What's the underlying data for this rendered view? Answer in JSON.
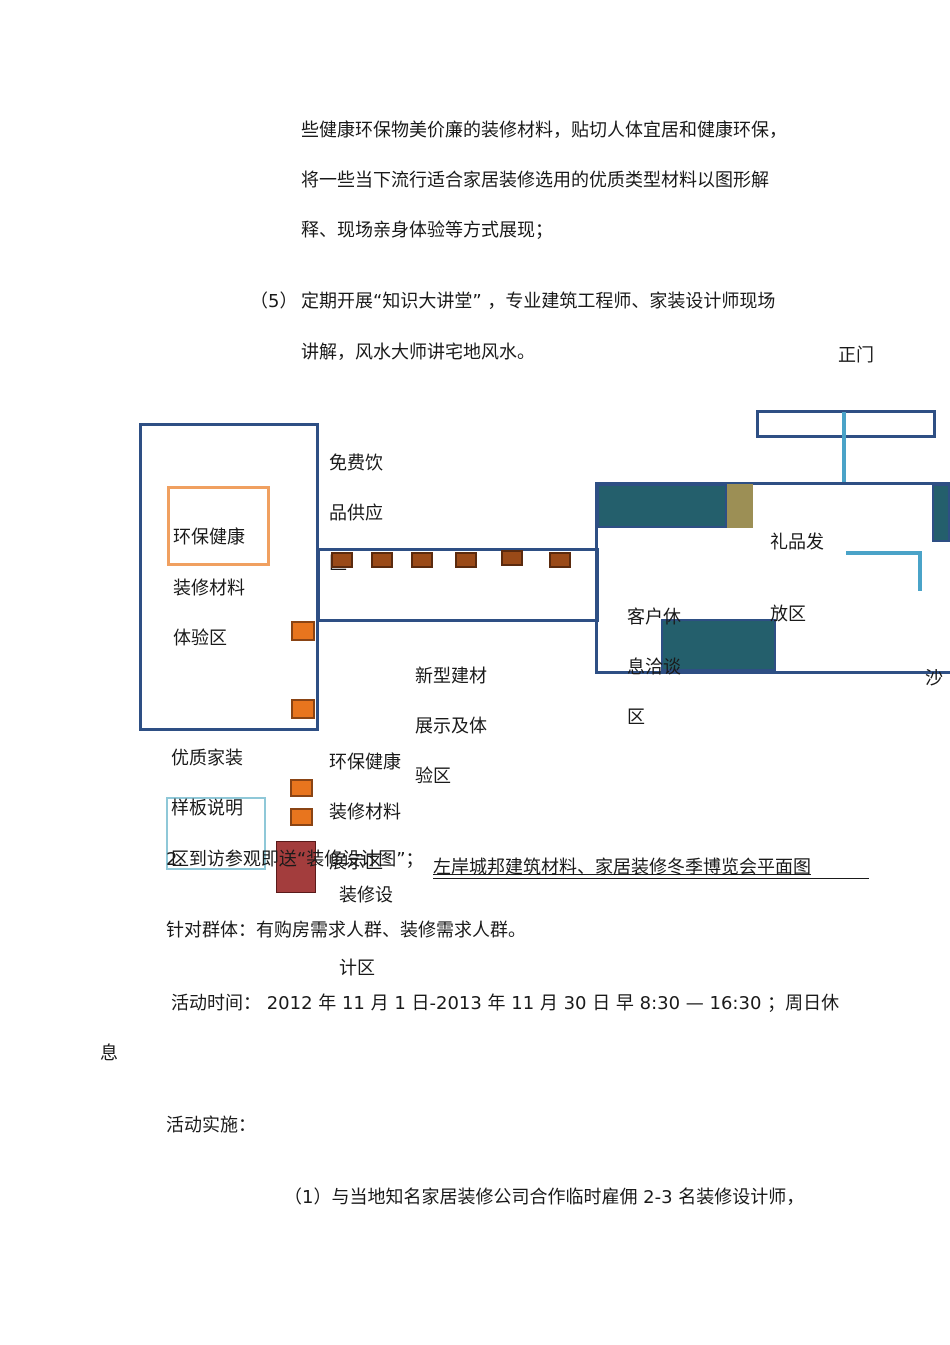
{
  "paragraphs": {
    "line1": "些健康环保物美价廉的装修材料，贴切人体宜居和健康环保，",
    "line2": "将一些当下流行适合家居装修选用的优质类型材料以图形解",
    "line3": "释、现场亲身体验等方式展现；",
    "item5_number": "（5）",
    "item5_line1": "定期开展“知识大讲堂”  ，专业建筑工程师、家装设计师现场",
    "item5_line2": "讲解，风水大师讲宅地风水。"
  },
  "floor_plan": {
    "main_gate": "正门",
    "eco_material_zone": [
      "环保健康",
      "装修材料",
      "体验区"
    ],
    "free_drinks_zone": [
      "免费饮",
      "品供应",
      "区"
    ],
    "gift_zone": [
      "礼品发",
      "放区"
    ],
    "customer_rest_zone": [
      "客户休",
      "息洽谈",
      "区"
    ],
    "new_material_zone": [
      "新型建材",
      "展示及体",
      "验区"
    ],
    "sofa_label": "沙",
    "sample_zone": [
      "优质家装",
      "样板说明",
      "区"
    ],
    "eco_material_zone_2": [
      "环保健康",
      "装修材料",
      "展示区"
    ],
    "design_zone": [
      "装修设",
      "计区"
    ],
    "caption": "左岸城邦建筑材料、家居装修冬季博览会平面图"
  },
  "after": {
    "item2": "2. 到访参观即送“装修设计图”；",
    "target": "针对群体：有购房需求人群、装修需求人群。",
    "time": "活动时间：  2012 年 11 月 1 日-2013  年 11 月 30 日  早 8:30 — 16:30 ；周日休",
    "time_cont": "息",
    "implement": "活动实施：",
    "impl1": "（1）与当地知名家居装修公司合作临时雇佣      2-3  名装修设计师，"
  },
  "colors": {
    "navy": "#2e4f84",
    "teal": "#245f6c",
    "orange": "#e8751e",
    "orange_frame": "#f0a060",
    "brown": "#9a4a18",
    "light_blue": "#4aa3c8",
    "khaki": "#9c8f55",
    "maroon": "#a33d3d"
  }
}
